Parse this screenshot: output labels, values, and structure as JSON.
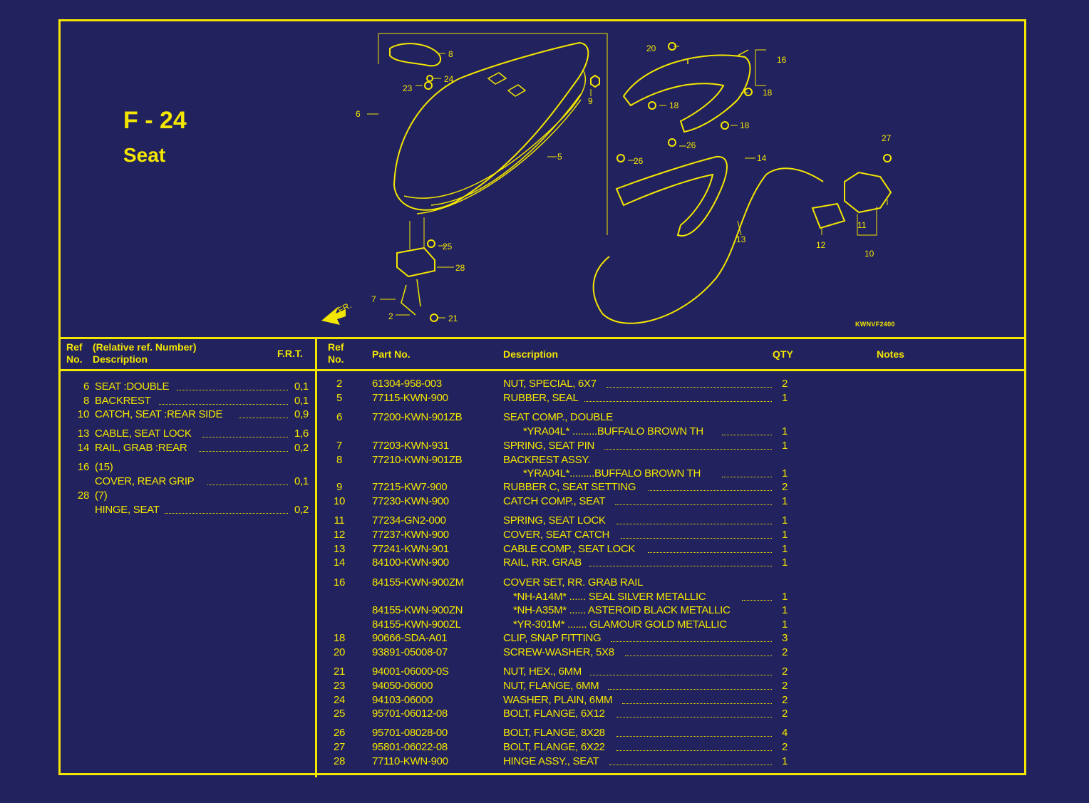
{
  "header": {
    "code": "F - 24",
    "name": "Seat",
    "illustration_code": "KWNVF2400"
  },
  "callouts": [
    "2",
    "5",
    "6",
    "7",
    "8",
    "9",
    "10",
    "11",
    "12",
    "13",
    "14",
    "16",
    "18",
    "20",
    "21",
    "23",
    "24",
    "25",
    "26",
    "27",
    "28"
  ],
  "fr_label": "FR.",
  "left_table": {
    "headers": {
      "ref_line1": "Ref",
      "ref_line2": "No.",
      "desc_line1": "(Relative ref. Number)",
      "desc_line2": "Description",
      "frt": "F.R.T."
    },
    "rows": [
      {
        "ref": "6",
        "desc": "SEAT :DOUBLE",
        "frt": "0,1"
      },
      {
        "ref": "8",
        "desc": "BACKREST",
        "frt": "0,1"
      },
      {
        "ref": "10",
        "desc": "CATCH, SEAT :REAR SIDE",
        "frt": "0,9"
      },
      {
        "ref": "13",
        "desc": "CABLE, SEAT LOCK",
        "frt": "1,6"
      },
      {
        "ref": "14",
        "desc": "RAIL, GRAB :REAR",
        "frt": "0,2"
      },
      {
        "ref": "16",
        "desc": "(15)",
        "frt": ""
      },
      {
        "ref": "",
        "desc": "COVER, REAR GRIP",
        "frt": "0,1"
      },
      {
        "ref": "28",
        "desc": "(7)",
        "frt": ""
      },
      {
        "ref": "",
        "desc": "HINGE, SEAT",
        "frt": "0,2"
      }
    ]
  },
  "right_table": {
    "headers": {
      "ref_line1": "Ref",
      "ref_line2": "No.",
      "part": "Part No.",
      "desc": "Description",
      "qty": "QTY",
      "notes": "Notes"
    },
    "rows": [
      {
        "ref": "2",
        "part": "61304-958-003",
        "desc": "NUT, SPECIAL, 6X7",
        "qty": "2"
      },
      {
        "ref": "5",
        "part": "77115-KWN-900",
        "desc": "RUBBER, SEAL",
        "qty": "1"
      },
      {
        "ref": "6",
        "part": "77200-KWN-901ZB",
        "desc": "SEAT COMP., DOUBLE",
        "qty": ""
      },
      {
        "ref": "",
        "part": "",
        "desc": "*YRA04L* .........BUFFALO BROWN TH",
        "qty": "1"
      },
      {
        "ref": "7",
        "part": "77203-KWN-931",
        "desc": "SPRING, SEAT PIN",
        "qty": "1"
      },
      {
        "ref": "8",
        "part": "77210-KWN-901ZB",
        "desc": "BACKREST ASSY.",
        "qty": ""
      },
      {
        "ref": "",
        "part": "",
        "desc": "*YRA04L*.........BUFFALO BROWN TH",
        "qty": "1"
      },
      {
        "ref": "9",
        "part": "77215-KW7-900",
        "desc": "RUBBER C, SEAT SETTING",
        "qty": "2"
      },
      {
        "ref": "10",
        "part": "77230-KWN-900",
        "desc": "CATCH COMP., SEAT",
        "qty": "1"
      },
      {
        "ref": "11",
        "part": "77234-GN2-000",
        "desc": "SPRING, SEAT LOCK",
        "qty": "1"
      },
      {
        "ref": "12",
        "part": "77237-KWN-900",
        "desc": "COVER, SEAT CATCH",
        "qty": "1"
      },
      {
        "ref": "13",
        "part": "77241-KWN-901",
        "desc": "CABLE COMP., SEAT LOCK",
        "qty": "1"
      },
      {
        "ref": "14",
        "part": "84100-KWN-900",
        "desc": "RAIL, RR. GRAB",
        "qty": "1"
      },
      {
        "ref": "16",
        "part": "84155-KWN-900ZM",
        "desc": "COVER SET, RR. GRAB RAIL",
        "qty": ""
      },
      {
        "ref": "",
        "part": "",
        "desc": "*NH-A14M* ...... SEAL SILVER METALLIC",
        "qty": "1"
      },
      {
        "ref": "",
        "part": "84155-KWN-900ZN",
        "desc": "*NH-A35M* ...... ASTEROID BLACK METALLIC",
        "qty": "1"
      },
      {
        "ref": "",
        "part": "84155-KWN-900ZL",
        "desc": "*YR-301M* ....... GLAMOUR GOLD METALLIC",
        "qty": "1"
      },
      {
        "ref": "18",
        "part": "90666-SDA-A01",
        "desc": "CLIP, SNAP FITTING",
        "qty": "3"
      },
      {
        "ref": "20",
        "part": "93891-05008-07",
        "desc": "SCREW-WASHER, 5X8",
        "qty": "2"
      },
      {
        "ref": "21",
        "part": "94001-06000-0S",
        "desc": "NUT, HEX., 6MM",
        "qty": "2"
      },
      {
        "ref": "23",
        "part": "94050-06000",
        "desc": "NUT, FLANGE, 6MM",
        "qty": "2"
      },
      {
        "ref": "24",
        "part": "94103-06000",
        "desc": "WASHER, PLAIN, 6MM",
        "qty": "2"
      },
      {
        "ref": "25",
        "part": "95701-06012-08",
        "desc": "BOLT, FLANGE, 6X12",
        "qty": "2"
      },
      {
        "ref": "26",
        "part": "95701-08028-00",
        "desc": "BOLT, FLANGE, 8X28",
        "qty": "4"
      },
      {
        "ref": "27",
        "part": "95801-06022-08",
        "desc": "BOLT, FLANGE, 6X22",
        "qty": "2"
      },
      {
        "ref": "28",
        "part": "77110-KWN-900",
        "desc": "HINGE ASSY., SEAT",
        "qty": "1"
      }
    ]
  },
  "colors": {
    "background": "#22225e",
    "ink": "#f3e600"
  }
}
